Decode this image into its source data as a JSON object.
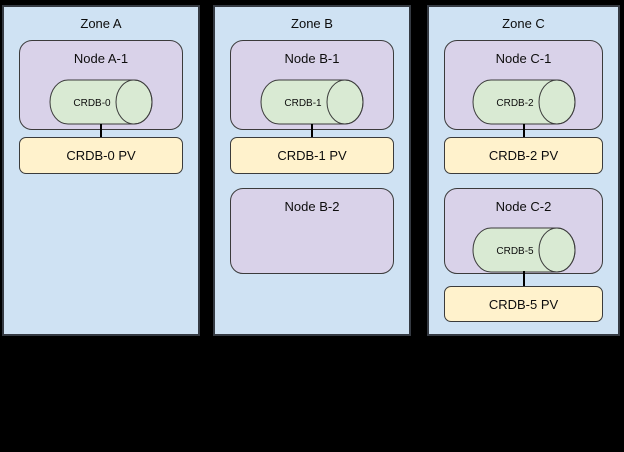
{
  "diagram": {
    "background": "#000000",
    "palette": {
      "zone_fill": "#cfe2f3",
      "zone_border": "#353a42",
      "node_fill": "#d9d2e9",
      "db_fill": "#d9ead3",
      "pv_fill": "#fff2cc",
      "shape_border": "#3b3b3b",
      "connector": "#000000",
      "text": "#0d0d0d"
    },
    "zones": [
      {
        "label": "Zone A",
        "nodes": [
          {
            "label": "Node A-1",
            "db_label": "CRDB-0",
            "pv_label": "CRDB-0 PV"
          }
        ]
      },
      {
        "label": "Zone B",
        "nodes": [
          {
            "label": "Node B-1",
            "db_label": "CRDB-1",
            "pv_label": "CRDB-1 PV"
          },
          {
            "label": "Node B-2"
          }
        ]
      },
      {
        "label": "Zone C",
        "nodes": [
          {
            "label": "Node C-1",
            "db_label": "CRDB-2",
            "pv_label": "CRDB-2 PV"
          },
          {
            "label": "Node C-2",
            "db_label": "CRDB-5",
            "pv_label": "CRDB-5 PV"
          }
        ]
      }
    ]
  }
}
